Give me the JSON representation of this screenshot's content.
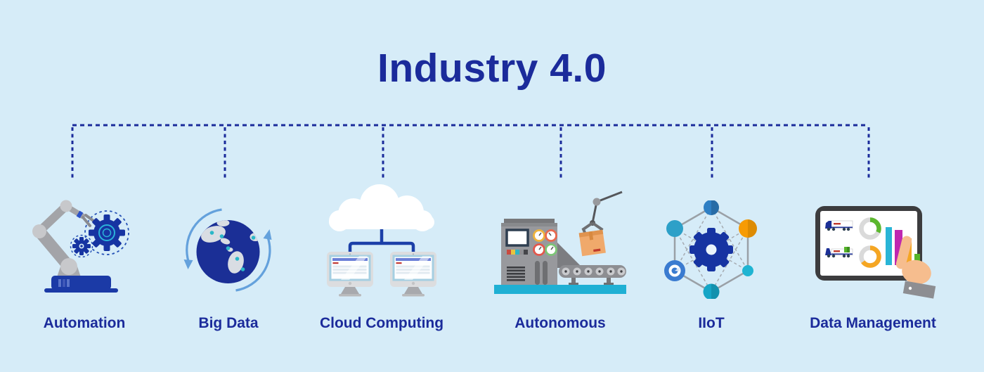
{
  "title": "Industry 4.0",
  "items": [
    {
      "label": "Automation",
      "icon": "robot-arm-gears-icon"
    },
    {
      "label": "Big Data",
      "icon": "globe-sync-arrows-icon"
    },
    {
      "label": "Cloud Computing",
      "icon": "cloud-connected-monitors-icon"
    },
    {
      "label": "Autonomous",
      "icon": "factory-conveyor-robot-icon"
    },
    {
      "label": "IIoT",
      "icon": "iot-network-gear-icon"
    },
    {
      "label": "Data Management",
      "icon": "tablet-analytics-hand-icon"
    }
  ],
  "palette": {
    "background": "#d6ecf8",
    "title_text": "#1b2b9b",
    "label_text": "#1b2b9b",
    "connector": "#1b2b9b",
    "navy_icon": "#1634a2",
    "teal_accent": "#29b5d6",
    "orange_accent": "#f79b04",
    "magenta_accent": "#bf28b0",
    "green_accent": "#56b52a",
    "machine_gray": "#98999d",
    "cloud_white": "#ffffff",
    "skin_tone": "#f6bd8e"
  }
}
